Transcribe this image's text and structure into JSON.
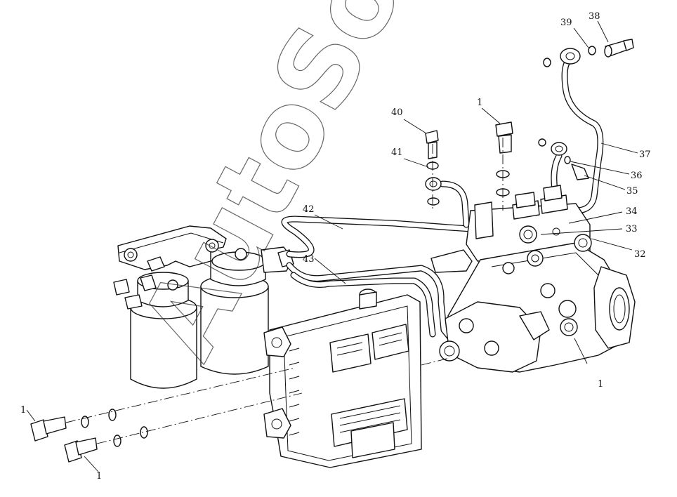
{
  "watermark": "AutoSoft",
  "callouts": [
    {
      "id": "c38",
      "text": "38"
    },
    {
      "id": "c39",
      "text": "39"
    },
    {
      "id": "c40",
      "text": "40"
    },
    {
      "id": "c1a",
      "text": "1"
    },
    {
      "id": "c41",
      "text": "41"
    },
    {
      "id": "c37",
      "text": "37"
    },
    {
      "id": "c36",
      "text": "36"
    },
    {
      "id": "c35",
      "text": "35"
    },
    {
      "id": "c34",
      "text": "34"
    },
    {
      "id": "c33",
      "text": "33"
    },
    {
      "id": "c32",
      "text": "32"
    },
    {
      "id": "c42",
      "text": "42"
    },
    {
      "id": "c43",
      "text": "43"
    },
    {
      "id": "c1b",
      "text": "1"
    },
    {
      "id": "c1c",
      "text": "1"
    },
    {
      "id": "c1d",
      "text": "1"
    }
  ]
}
